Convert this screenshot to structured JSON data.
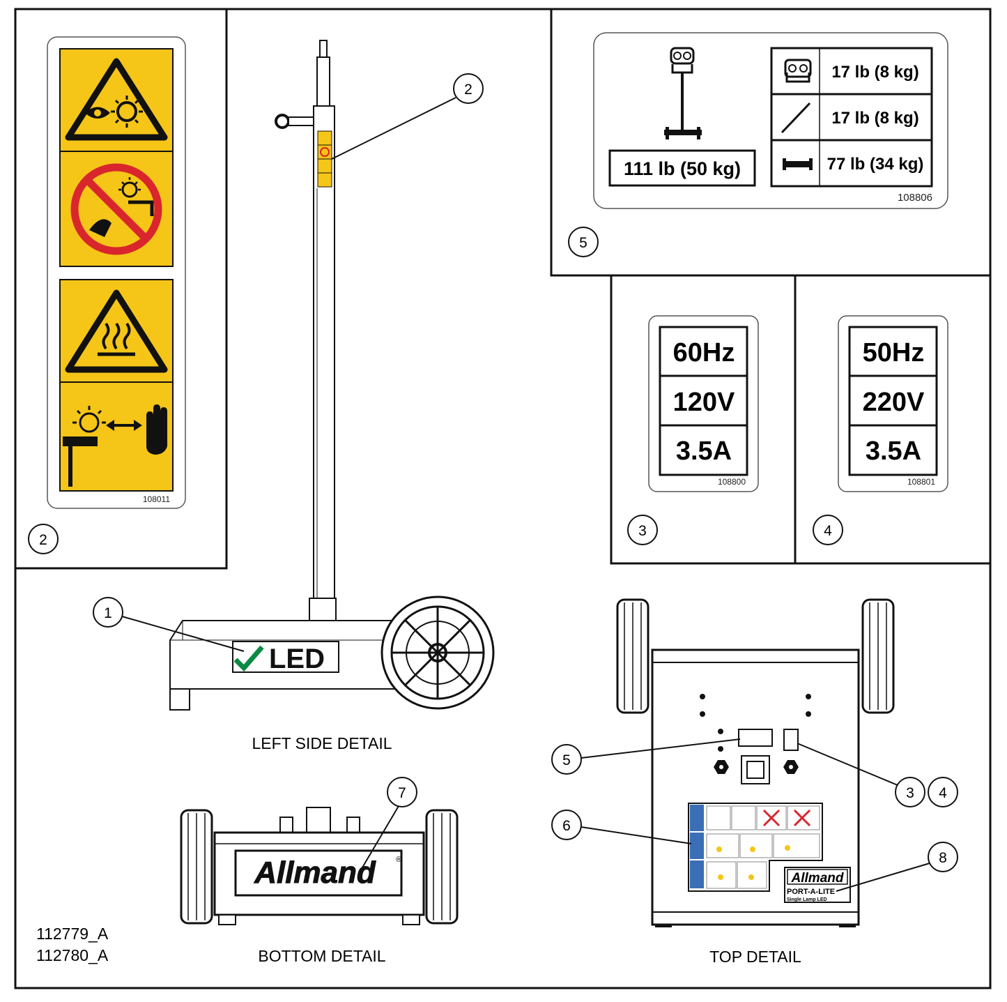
{
  "colors": {
    "safety_yellow": "#f5c518",
    "prohibit_red": "#d9262c",
    "check_green": "#0a8a43",
    "ink": "#111111"
  },
  "callouts": {
    "c1": "1",
    "c2_left_side": "2",
    "c2_panel": "2",
    "c3_panel": "3",
    "c4_panel": "4",
    "c5_panel": "5",
    "c5_top": "5",
    "c6_top": "6",
    "c3_top": "3",
    "c4_top": "4",
    "c7_bottom": "7",
    "c8_top": "8"
  },
  "warning_decal": {
    "part_number": "108011"
  },
  "weight_decal": {
    "total": "111 lb (50 kg)",
    "rows": [
      "17 lb (8 kg)",
      "17 lb (8 kg)",
      "77 lb (34 kg)"
    ],
    "part_number": "108806"
  },
  "electrical_decal_60hz": {
    "rows": [
      "60Hz",
      "120V",
      "3.5A"
    ],
    "part_number": "108800"
  },
  "electrical_decal_50hz": {
    "rows": [
      "50Hz",
      "220V",
      "3.5A"
    ],
    "part_number": "108801"
  },
  "left_side": {
    "badge_text": "LED",
    "caption": "LEFT SIDE DETAIL"
  },
  "bottom": {
    "brand": "Allmand",
    "registered": "®",
    "caption": "BOTTOM DETAIL"
  },
  "top": {
    "brand": "Allmand",
    "product": "PORT-A-LITE",
    "subproduct": "Single Lamp LED",
    "caption": "TOP DETAIL"
  },
  "drawing_numbers": [
    "112779_A",
    "112780_A"
  ]
}
